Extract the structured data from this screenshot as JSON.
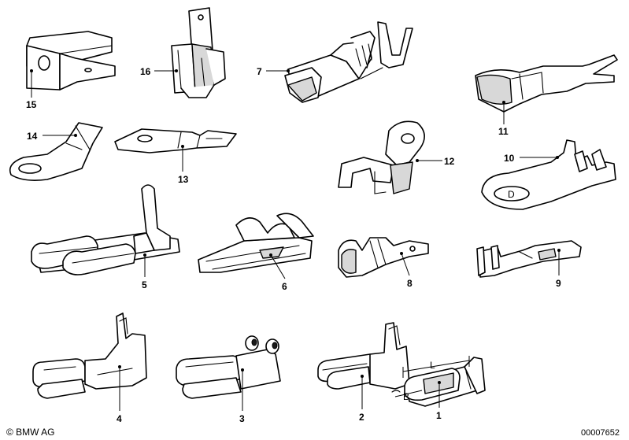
{
  "callouts": {
    "c1": "1",
    "c2": "2",
    "c3": "3",
    "c4": "4",
    "c5": "5",
    "c6": "6",
    "c7": "7",
    "c8": "8",
    "c9": "9",
    "c10": "10",
    "c11": "11",
    "c12": "12",
    "c13": "13",
    "c14": "14",
    "c15": "15",
    "c16": "16"
  },
  "dimensions": {
    "length": "L",
    "width": "B",
    "ring_mark": "D"
  },
  "footer": {
    "copyright": "© BMW AG",
    "part_number": "00007652"
  },
  "colors": {
    "line": "#000000",
    "background": "#ffffff"
  }
}
